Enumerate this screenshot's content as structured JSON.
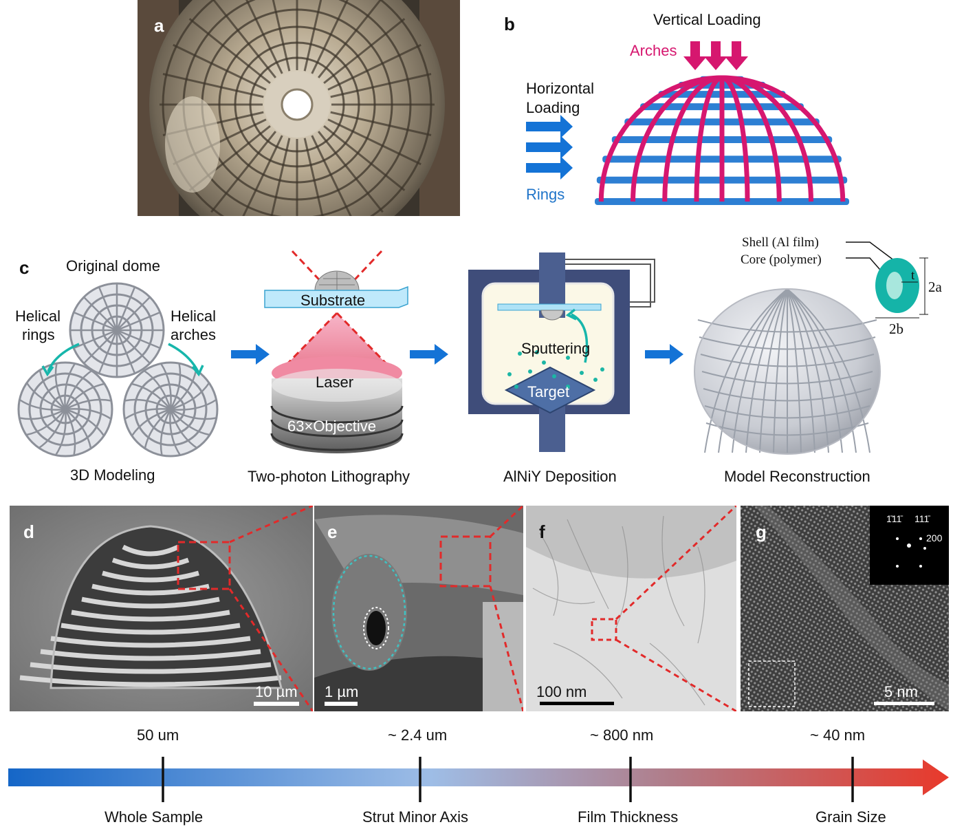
{
  "panels": {
    "a": {
      "label": "a"
    },
    "b": {
      "label": "b",
      "vertical_loading": "Vertical Loading",
      "arches": "Arches",
      "horizontal_loading_1": "Horizontal",
      "horizontal_loading_2": "Loading",
      "rings": "Rings"
    },
    "c": {
      "label": "c",
      "modeling": {
        "original": "Original dome",
        "helical_rings_1": "Helical",
        "helical_rings_2": "rings",
        "helical_arches_1": "Helical",
        "helical_arches_2": "arches",
        "caption": "3D Modeling"
      },
      "lithography": {
        "substrate": "Substrate",
        "laser": "Laser",
        "objective": "63×Objective",
        "caption": "Two-photon Lithography"
      },
      "deposition": {
        "sputtering": "Sputtering",
        "target": "Target",
        "caption": "AlNiY Deposition"
      },
      "reconstruction": {
        "shell": "Shell (Al film)",
        "core": "Core (polymer)",
        "t": "t",
        "two_a": "2a",
        "two_b": "2b",
        "caption": "Model Reconstruction"
      }
    },
    "d": {
      "label": "d",
      "scale": "10 µm"
    },
    "e": {
      "label": "e",
      "scale": "1 µm"
    },
    "f": {
      "label": "f",
      "scale": "100 nm"
    },
    "g": {
      "label": "g",
      "scale": "5 nm",
      "diff_1": "1̄11̄",
      "diff_2": "111̄",
      "diff_3": "200"
    }
  },
  "scale_bar": {
    "ticks": [
      {
        "top": "50 um",
        "bottom": "Whole Sample"
      },
      {
        "top": "~ 2.4 um",
        "bottom": "Strut Minor Axis"
      },
      {
        "top": "~ 800 nm",
        "bottom": "Film Thickness"
      },
      {
        "top": "~ 40 nm",
        "bottom": "Grain Size"
      }
    ]
  },
  "colors": {
    "arch": "#d6176f",
    "ring": "#1f74c9",
    "arrow_blue": "#1473d6",
    "laser": "#e05a7a",
    "teal": "#16b3a8",
    "zoom_red": "#e22a2a",
    "grad_start": "#1566c7",
    "grad_mid": "#9ebde6",
    "grad_end": "#e8392b"
  }
}
